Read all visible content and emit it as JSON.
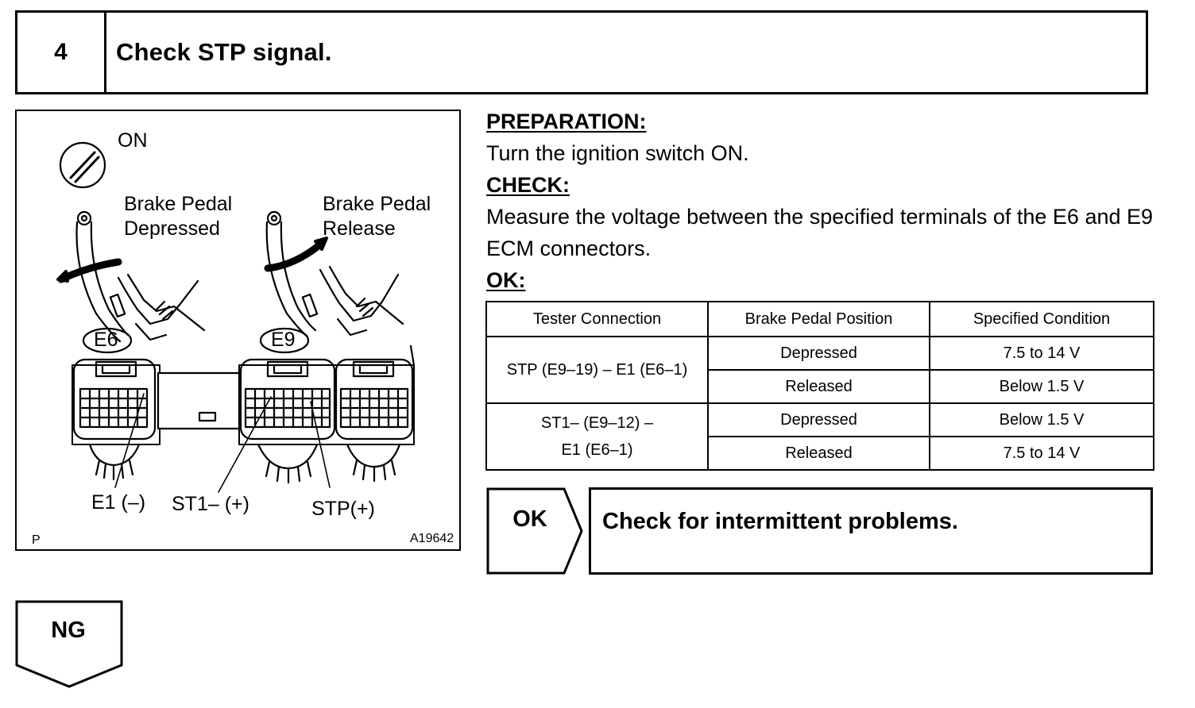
{
  "step": {
    "number": "4",
    "title": "Check STP signal."
  },
  "figure": {
    "on_label": "ON",
    "pedal_depressed_line1": "Brake Pedal",
    "pedal_depressed_line2": "Depressed",
    "pedal_release_line1": "Brake Pedal",
    "pedal_release_line2": "Release",
    "connector_e6": "E6",
    "connector_e9": "E9",
    "terminal_e1": "E1 (–)",
    "terminal_st1": "ST1– (+)",
    "terminal_stp": "STP(+)",
    "corner_mark": "P",
    "figure_id": "A19642"
  },
  "procedure": {
    "preparation_heading": "PREPARATION:",
    "preparation_text": "Turn the ignition switch ON.",
    "check_heading": "CHECK:",
    "check_text": "Measure the voltage between the specified terminals of the E6 and E9 ECM connectors.",
    "ok_heading": "OK:"
  },
  "table": {
    "headers": [
      "Tester Connection",
      "Brake Pedal Position",
      "Specified Condition"
    ],
    "groups": [
      {
        "connection_line1": "STP (E9–19) – E1 (E6–1)",
        "connection_line2": "",
        "rows": [
          {
            "position": "Depressed",
            "condition": "7.5 to 14 V"
          },
          {
            "position": "Released",
            "condition": "Below 1.5 V"
          }
        ]
      },
      {
        "connection_line1": "ST1– (E9–12) –",
        "connection_line2": "E1 (E6–1)",
        "rows": [
          {
            "position": "Depressed",
            "condition": "Below 1.5 V"
          },
          {
            "position": "Released",
            "condition": "7.5 to 14 V"
          }
        ]
      }
    ]
  },
  "ok_result": {
    "label": "OK",
    "text": "Check for intermittent problems."
  },
  "ng_result": {
    "label": "NG"
  }
}
